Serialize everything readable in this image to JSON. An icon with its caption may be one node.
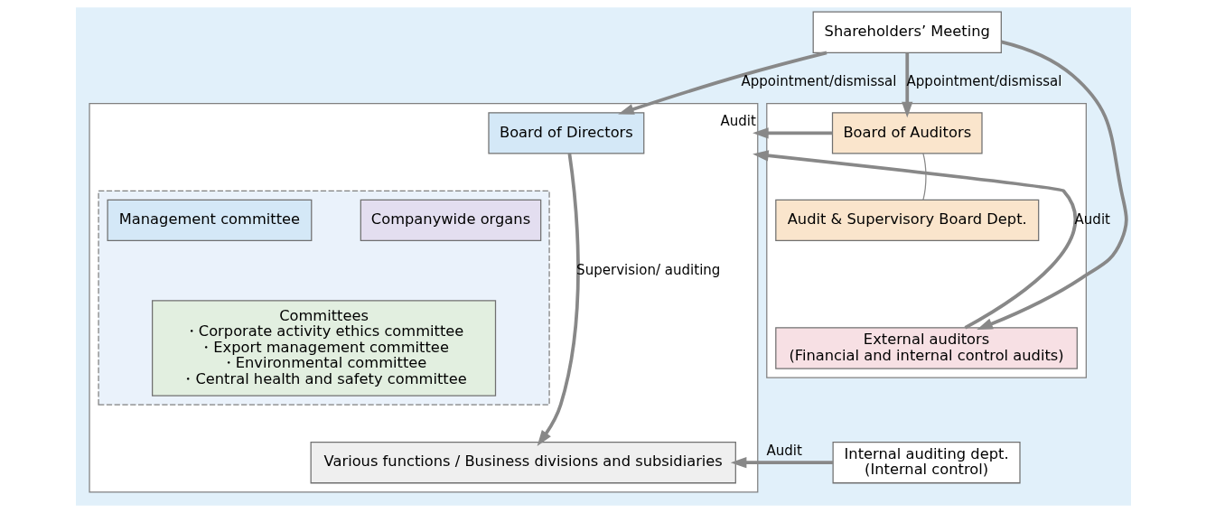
{
  "diagram": {
    "nodes": [
      {
        "text": [
          "Shareholders’ Meeting"
        ]
      },
      {
        "text": [],
        "shape": "box"
      },
      {
        "text": [
          "Board of Directors"
        ],
        "in": 1
      },
      {
        "text": [],
        "shape": "box",
        "in": 1
      },
      {
        "text": [
          "Management committee"
        ],
        "in": 3
      },
      {
        "text": [
          "Companywide organs"
        ],
        "in": 3
      },
      {
        "text": [
          "Committees",
          "・Corporate activity ethics committee",
          "・Export management committee",
          "・Environmental committee",
          "・Central health and safety committee"
        ],
        "in": 3
      },
      {
        "text": [
          "Various functions / Business divisions and subsidiaries"
        ],
        "in": 1
      },
      {
        "text": [],
        "shape": "box"
      },
      {
        "text": [
          "Board of Auditors"
        ],
        "in": 8
      },
      {
        "text": [
          "Audit & Supervisory Board Dept."
        ],
        "in": 8
      },
      {
        "text": [
          "External auditors",
          "(Financial and internal control audits)"
        ],
        "in": 8
      },
      {
        "text": [
          "Internal auditing dept.",
          "(Internal control)"
        ]
      }
    ],
    "edges": [
      {
        "from": 0,
        "to": 2,
        "arrow": "to",
        "label": "Appointment/dismissal"
      },
      {
        "from": 0,
        "to": 9,
        "arrow": "to",
        "label": "Appointment/dismissal"
      },
      {
        "from": 0,
        "to": 11,
        "arrow": "to"
      },
      {
        "from": 9,
        "to": 1,
        "arrow": "to",
        "label": "Audit"
      },
      {
        "from": 9,
        "to": 10,
        "arrow": "none"
      },
      {
        "from": 11,
        "to": 1,
        "arrow": "to",
        "label": "Audit"
      },
      {
        "from": 2,
        "to": 7,
        "arrow": "to",
        "label": "Supervision/ auditing"
      },
      {
        "from": 12,
        "to": 7,
        "arrow": "to",
        "label": "Audit"
      }
    ]
  }
}
